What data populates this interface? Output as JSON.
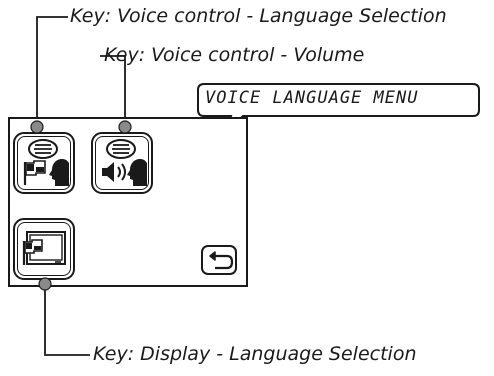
{
  "callouts": {
    "voice_language": "Key: Voice control - Language Selection",
    "voice_volume": "Key: Voice control - Volume",
    "display_language": "Key: Display - Language Selection"
  },
  "screen": {
    "title": "VOICE LANGUAGE MENU"
  },
  "icons": {
    "voice_language_key": "speech-bubble-flag-head-icon",
    "voice_volume_key": "speech-bubble-speaker-head-icon",
    "display_language_key": "display-flag-icon",
    "back": "back-arrow-icon"
  }
}
